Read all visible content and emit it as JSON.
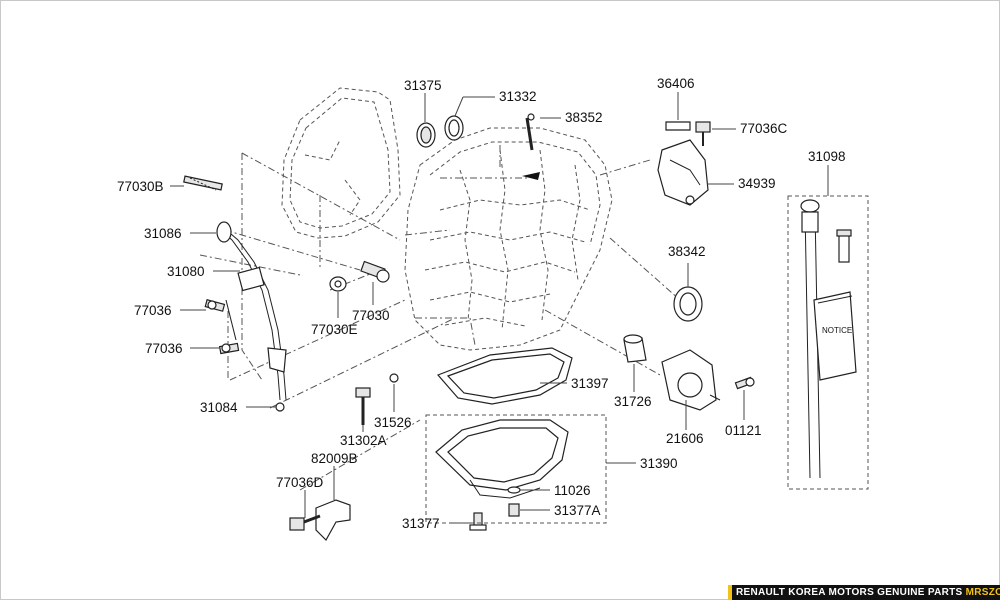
{
  "diagram": {
    "labels": {
      "p31375": "31375",
      "p31332": "31332",
      "p38352": "38352",
      "p36406": "36406",
      "p77036C": "77036C",
      "p34939": "34939",
      "p31098": "31098",
      "p77030B": "77030B",
      "p31086": "31086",
      "p31080": "31080",
      "p77036a": "77036",
      "p77036b": "77036",
      "p77030E": "77030E",
      "p77030": "77030",
      "p38342": "38342",
      "p31397": "31397",
      "p31726": "31726",
      "p21606": "21606",
      "p01121": "01121",
      "p31084": "31084",
      "p31526": "31526",
      "p31302A": "31302A",
      "p82009B": "82009B",
      "p77036D": "77036D",
      "p31390": "31390",
      "p11026": "11026",
      "p31377A": "31377A",
      "p31377": "31377"
    },
    "notice_text": "NOTICE"
  },
  "footer": {
    "text": "RENAULT KOREA MOTORS GENUINE PARTS",
    "brand": "MRSZONE",
    "accent_color": "#f2c21b",
    "background_color": "#111111"
  }
}
